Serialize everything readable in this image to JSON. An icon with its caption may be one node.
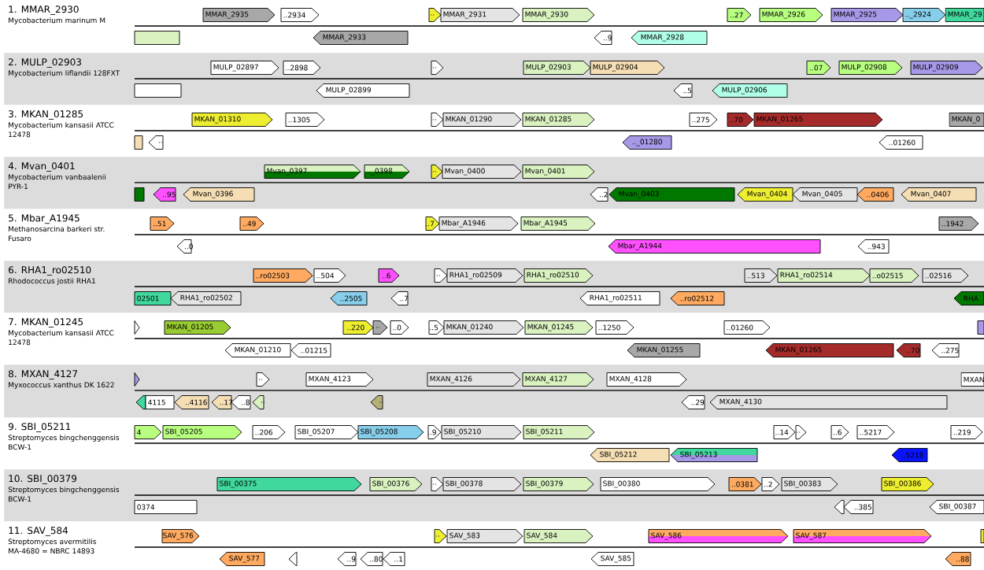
{
  "diagram": {
    "nodes": [
      {
        "text": [
          "1. MMAR_2930",
          "Mycobacterium marinum M"
        ]
      },
      {
        "text": [
          "MMAR_2935"
        ]
      },
      {
        "text": [
          "..2934"
        ]
      },
      {
        "text": [
          ".."
        ]
      },
      {
        "text": [
          "MMAR_2931"
        ]
      },
      {
        "text": [
          "MMAR_2930"
        ]
      },
      {
        "text": [
          "..27"
        ]
      },
      {
        "text": [
          "MMAR_2926"
        ]
      },
      {
        "text": [
          "MMAR_2925"
        ]
      },
      {
        "text": [
          ".._2924"
        ]
      },
      {
        "text": [
          "MMAR_29"
        ]
      },
      {
        "text": [],
        "shape": "arrow"
      },
      {
        "text": [
          "MMAR_2933"
        ]
      },
      {
        "text": [
          "..9"
        ]
      },
      {
        "text": [
          "MMAR_2928"
        ]
      },
      {
        "text": [
          "2. MULP_02903",
          "Mycobacterium liflandii 128FXT"
        ]
      },
      {
        "text": [
          "MULP_02897"
        ],
        "in": 15
      },
      {
        "text": [
          "..2898"
        ],
        "in": 15
      },
      {
        "text": [
          ".."
        ],
        "in": 15
      },
      {
        "text": [
          "MULP_02903"
        ],
        "in": 15
      },
      {
        "text": [
          "MULP_02904"
        ],
        "in": 15
      },
      {
        "text": [
          "..07"
        ],
        "in": 15
      },
      {
        "text": [
          "MULP_02908"
        ],
        "in": 15
      },
      {
        "text": [
          "MULP_02909"
        ],
        "in": 15
      },
      {
        "text": [],
        "shape": "arrow",
        "in": 15
      },
      {
        "text": [
          "MULP_02899"
        ],
        "in": 15
      },
      {
        "text": [
          "..5"
        ],
        "in": 15
      },
      {
        "text": [
          "MULP_02906"
        ],
        "in": 15
      },
      {
        "text": [
          "3. MKAN_01285",
          "Mycobacterium kansasii ATCC 12478"
        ]
      },
      {
        "text": [
          "MKAN_01310"
        ]
      },
      {
        "text": [
          "..1305"
        ]
      },
      {
        "text": [
          ".."
        ]
      },
      {
        "text": [
          "MKAN_01290"
        ]
      },
      {
        "text": [
          "MKAN_01285"
        ]
      },
      {
        "text": [
          "..275"
        ]
      },
      {
        "text": [
          "..70"
        ]
      },
      {
        "text": [
          "MKAN_01265"
        ]
      },
      {
        "text": [
          "MKAN_0"
        ]
      },
      {
        "text": [],
        "shape": "arrow"
      },
      {
        "text": [
          ".."
        ]
      },
      {
        "text": [
          ".._01280"
        ]
      },
      {
        "text": [
          "..01260"
        ]
      },
      {
        "text": [
          "4. Mvan_0401",
          "Mycobacterium vanbaalenii PYR-1"
        ]
      },
      {
        "text": [
          "Mvan_0397"
        ],
        "in": 42
      },
      {
        "text": [
          ".._0398"
        ],
        "in": 42
      },
      {
        "text": [
          ".."
        ],
        "in": 42
      },
      {
        "text": [
          "Mvan_0400"
        ],
        "in": 42
      },
      {
        "text": [
          "Mvan_0401"
        ],
        "in": 42
      },
      {
        "text": [],
        "shape": "arrow",
        "in": 42
      },
      {
        "text": [
          "..95"
        ],
        "in": 42
      },
      {
        "text": [
          "Mvan_0396"
        ],
        "in": 42
      },
      {
        "text": [
          "..2"
        ],
        "in": 42
      },
      {
        "text": [
          "Mvan_0403"
        ],
        "in": 42
      },
      {
        "text": [
          "Mvan_0404"
        ],
        "in": 42
      },
      {
        "text": [
          "Mvan_0405"
        ],
        "in": 42
      },
      {
        "text": [
          "..0406"
        ],
        "in": 42
      },
      {
        "text": [
          "Mvan_0407"
        ],
        "in": 42
      },
      {
        "text": [
          "5. Mbar_A1945",
          "Methanosarcina barkeri str. Fusaro"
        ]
      },
      {
        "text": [
          "..51"
        ]
      },
      {
        "text": [
          "..49"
        ]
      },
      {
        "text": [
          "..7"
        ]
      },
      {
        "text": [
          "Mbar_A1946"
        ]
      },
      {
        "text": [
          "Mbar_A1945"
        ]
      },
      {
        "text": [
          "..1942"
        ]
      },
      {
        "text": [
          "..0"
        ]
      },
      {
        "text": [
          "Mbar_A1944"
        ]
      },
      {
        "text": [
          "..943"
        ]
      },
      {
        "text": [
          "6. RHA1_ro02510",
          "Rhodococcus jostii RHA1"
        ]
      },
      {
        "text": [
          "..ro02503"
        ],
        "in": 67
      },
      {
        "text": [
          "..504"
        ],
        "in": 67
      },
      {
        "text": [
          "..6"
        ],
        "in": 67
      },
      {
        "text": [
          ".."
        ],
        "in": 67
      },
      {
        "text": [
          "RHA1_ro02509"
        ],
        "in": 67
      },
      {
        "text": [
          "RHA1_ro02510"
        ],
        "in": 67
      },
      {
        "text": [
          "..513"
        ],
        "in": 67
      },
      {
        "text": [
          "RHA1_ro02514"
        ],
        "in": 67
      },
      {
        "text": [
          "..o02515"
        ],
        "in": 67
      },
      {
        "text": [
          "..02516"
        ],
        "in": 67
      },
      {
        "text": [
          "02501"
        ],
        "in": 67
      },
      {
        "text": [
          "RHA1_ro02502"
        ],
        "in": 67
      },
      {
        "text": [
          "..2505"
        ],
        "in": 67
      },
      {
        "text": [
          "..7"
        ],
        "in": 67
      },
      {
        "text": [
          "RHA1_ro02511"
        ],
        "in": 67
      },
      {
        "text": [
          "..ro02512"
        ],
        "in": 67
      },
      {
        "text": [
          "RHA"
        ],
        "in": 67
      },
      {
        "text": [
          "7. MKAN_01245",
          "Mycobacterium kansasii ATCC 12478"
        ]
      },
      {
        "text": [],
        "shape": "arrow"
      },
      {
        "text": [
          "MKAN_01205"
        ]
      },
      {
        "text": [
          "..220"
        ]
      },
      {
        "text": [
          ".."
        ]
      },
      {
        "text": [
          "..0"
        ]
      },
      {
        "text": [
          "..5"
        ]
      },
      {
        "text": [
          "MKAN_01240"
        ]
      },
      {
        "text": [
          "MKAN_01245"
        ]
      },
      {
        "text": [
          "..1250"
        ]
      },
      {
        "text": [
          "..01260"
        ]
      },
      {
        "text": [],
        "shape": "arrow"
      },
      {
        "text": [
          "MKAN_01210"
        ]
      },
      {
        "text": [
          "..01215"
        ]
      },
      {
        "text": [
          "MKAN_01255"
        ]
      },
      {
        "text": [
          "MKAN_01265"
        ]
      },
      {
        "text": [
          "..70"
        ]
      },
      {
        "text": [
          "..275"
        ]
      },
      {
        "text": [
          "8. MXAN_4127",
          "Myxococcus xanthus DK 1622"
        ]
      },
      {
        "text": [],
        "shape": "arrow",
        "in": 103
      },
      {
        "text": [
          ".."
        ],
        "in": 103
      },
      {
        "text": [
          "MXAN_4123"
        ],
        "in": 103
      },
      {
        "text": [
          "MXAN_4126"
        ],
        "in": 103
      },
      {
        "text": [
          "MXAN_4127"
        ],
        "in": 103
      },
      {
        "text": [
          "MXAN_4128"
        ],
        "in": 103
      },
      {
        "text": [
          "MXAN"
        ],
        "in": 103
      },
      {
        "text": [],
        "shape": "arrow",
        "in": 103
      },
      {
        "text": [
          "4115"
        ],
        "in": 103
      },
      {
        "text": [
          "..4116"
        ],
        "in": 103
      },
      {
        "text": [
          "..17"
        ],
        "in": 103
      },
      {
        "text": [
          "..8"
        ],
        "in": 103
      },
      {
        "text": [
          ".."
        ],
        "in": 103
      },
      {
        "text": [
          ".."
        ],
        "in": 103
      },
      {
        "text": [
          "..29"
        ],
        "in": 103
      },
      {
        "text": [
          "MXAN_4130"
        ],
        "in": 103
      },
      {
        "text": [
          "9. SBI_05211",
          "Streptomyces bingchenggensis BCW-1"
        ]
      },
      {
        "text": [
          "4"
        ]
      },
      {
        "text": [
          "SBI_05205"
        ]
      },
      {
        "text": [
          "..206"
        ]
      },
      {
        "text": [
          "SBI_05207"
        ]
      },
      {
        "text": [
          "SBI_05208"
        ]
      },
      {
        "text": [
          "..9"
        ]
      },
      {
        "text": [
          "SBI_05210"
        ]
      },
      {
        "text": [
          "SBI_05211"
        ]
      },
      {
        "text": [
          "..14"
        ]
      },
      {
        "text": [
          ".."
        ]
      },
      {
        "text": [
          "..6"
        ]
      },
      {
        "text": [
          "..5217"
        ]
      },
      {
        "text": [
          "..219"
        ]
      },
      {
        "text": [
          "SBI_05212"
        ]
      },
      {
        "text": [
          "SBI_05213"
        ]
      },
      {
        "text": [
          "..5218"
        ]
      },
      {
        "text": [
          "10. SBI_00379",
          "Streptomyces bingchenggensis BCW-1"
        ]
      },
      {
        "text": [
          "SBI_00375"
        ],
        "in": 137
      },
      {
        "text": [
          "SBI_00376"
        ],
        "in": 137
      },
      {
        "text": [
          ".."
        ],
        "in": 137
      },
      {
        "text": [
          "SBI_00378"
        ],
        "in": 137
      },
      {
        "text": [
          "SBI_00379"
        ],
        "in": 137
      },
      {
        "text": [
          "SBI_00380"
        ],
        "in": 137
      },
      {
        "text": [
          "..0381"
        ],
        "in": 137
      },
      {
        "text": [
          "..2"
        ],
        "in": 137
      },
      {
        "text": [
          "SBI_00383"
        ],
        "in": 137
      },
      {
        "text": [
          "SBI_00386"
        ],
        "in": 137
      },
      {
        "text": [
          "0374"
        ],
        "in": 137
      },
      {
        "text": [],
        "shape": "arrow",
        "in": 137
      },
      {
        "text": [
          "..385"
        ],
        "in": 137
      },
      {
        "text": [
          "SBI_00387"
        ],
        "in": 137
      },
      {
        "text": [
          "11. SAV_584",
          "Streptomyces avermitilis MA-4680 = NBRC 14893"
        ]
      },
      {
        "text": [
          "SAV_576"
        ]
      },
      {
        "text": [
          ".."
        ]
      },
      {
        "text": [
          "SAV_583"
        ]
      },
      {
        "text": [
          "SAV_584"
        ]
      },
      {
        "text": [
          "SAV_586"
        ]
      },
      {
        "text": [
          "SAV_587"
        ]
      },
      {
        "text": [],
        "shape": "arrow"
      },
      {
        "text": [
          "SAV_577"
        ]
      },
      {
        "text": [],
        "shape": "arrow"
      },
      {
        "text": [
          "..9"
        ]
      },
      {
        "text": [
          "..80"
        ]
      },
      {
        "text": [
          "..1"
        ]
      },
      {
        "text": [
          "SAV_585"
        ]
      },
      {
        "text": [
          "..88"
        ]
      }
    ]
  }
}
